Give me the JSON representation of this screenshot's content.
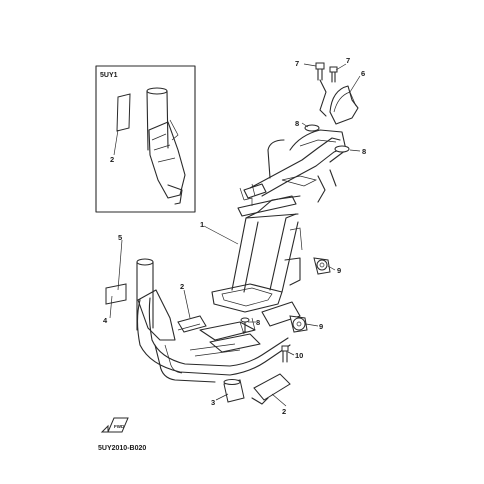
{
  "inset": {
    "label": "5UY1"
  },
  "callouts": {
    "c1": "1",
    "c2_inset": "2",
    "c2_mid": "2",
    "c2_bottom": "2",
    "c3": "3",
    "c4": "4",
    "c5": "5",
    "c6": "6",
    "c7_left": "7",
    "c7_right": "7",
    "c8_top_left": "8",
    "c8_top_right": "8",
    "c8_mid": "8",
    "c9_upper": "9",
    "c9_lower": "9",
    "c10": "10"
  },
  "front_marker": {
    "label": "FWD"
  },
  "diagram_code": "5UY2010-B020"
}
